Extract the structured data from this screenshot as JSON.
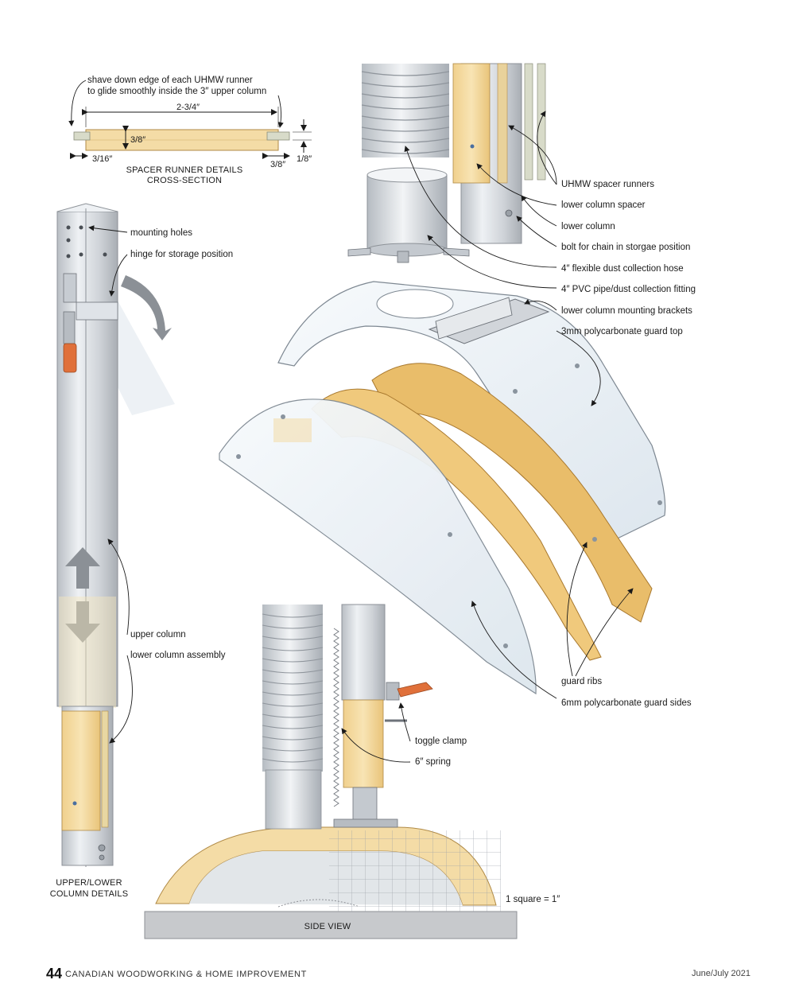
{
  "spacer_detail": {
    "note_line1": "shave down edge of each UHMW runner",
    "note_line2": "to glide smoothly inside the 3″ upper column",
    "width_dim": "2-3/4″",
    "height_dim": "3/8″",
    "edge_dim": "3/16″",
    "lip_dim": "3/8″",
    "thickness_dim": "1/8″",
    "caption_line1": "SPACER RUNNER DETAILS",
    "caption_line2": "CROSS-SECTION"
  },
  "column_detail": {
    "labels": {
      "mounting_holes": "mounting holes",
      "hinge": "hinge for storage position",
      "upper_column": "upper column",
      "lower_column_assembly": "lower column assembly"
    },
    "caption_line1": "UPPER/LOWER",
    "caption_line2": "COLUMN DETAILS"
  },
  "guard_labels": {
    "uhmw_spacer_runners": "UHMW spacer runners",
    "lower_column_spacer": "lower column spacer",
    "lower_column": "lower column",
    "bolt_for_chain": "bolt for chain in storgae position",
    "flexible_hose": "4″ flexible dust collection hose",
    "pvc_pipe": "4″ PVC pipe/dust collection fitting",
    "mounting_brackets": "lower column mounting brackets",
    "guard_top": "3mm polycarbonate guard top",
    "guard_ribs": "guard ribs",
    "guard_sides": "6mm polycarbonate guard sides"
  },
  "side_view": {
    "toggle_clamp": "toggle clamp",
    "spring": "6″ spring",
    "scale_note": "1 square = 1″",
    "caption": "SIDE VIEW"
  },
  "footer": {
    "page_number": "44",
    "magazine": "CANADIAN WOODWORKING & HOME IMPROVEMENT",
    "issue": "June/July 2021"
  },
  "colors": {
    "wood": "#f3d9a0",
    "rib": "#e8b964",
    "metal": "#d4d8dd",
    "polycarbonate": "#eef3f7",
    "uhmw": "#d9dcc8",
    "toggle_handle": "#e0703a"
  }
}
